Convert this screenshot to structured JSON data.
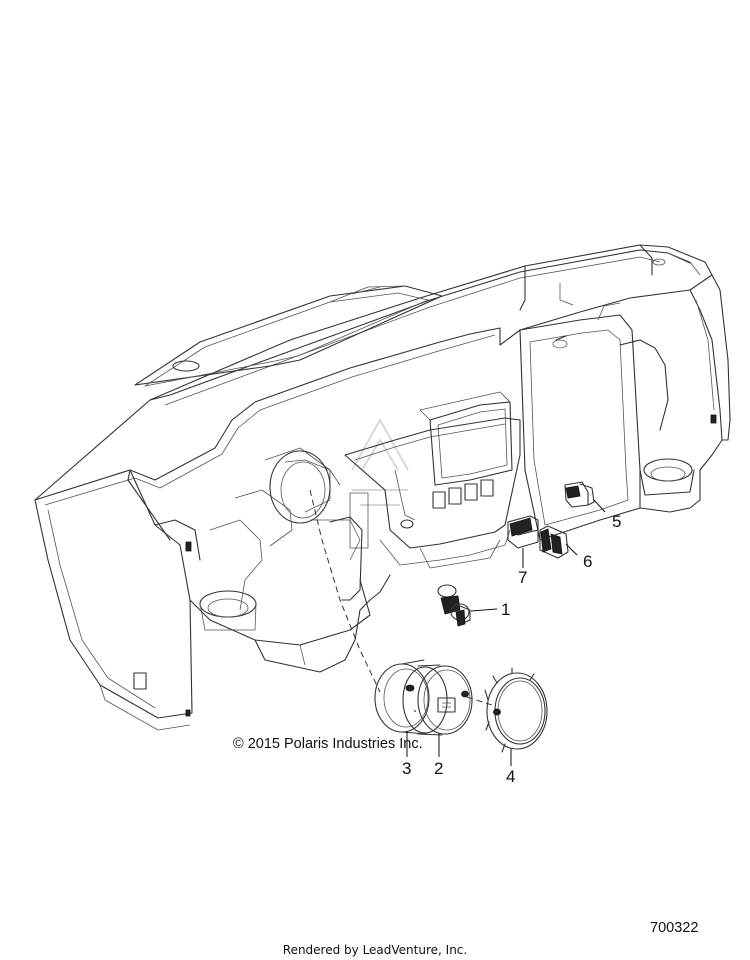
{
  "diagram": {
    "copyright": "© 2015 Polaris Industries Inc.",
    "drawing_number": "700322",
    "footer": "Rendered by LeadVenture, Inc.",
    "callouts": [
      {
        "id": "1",
        "label": "1"
      },
      {
        "id": "2",
        "label": "2"
      },
      {
        "id": "3",
        "label": "3"
      },
      {
        "id": "4",
        "label": "4"
      },
      {
        "id": "5",
        "label": "5"
      },
      {
        "id": "6",
        "label": "6"
      },
      {
        "id": "7",
        "label": "7"
      }
    ]
  }
}
